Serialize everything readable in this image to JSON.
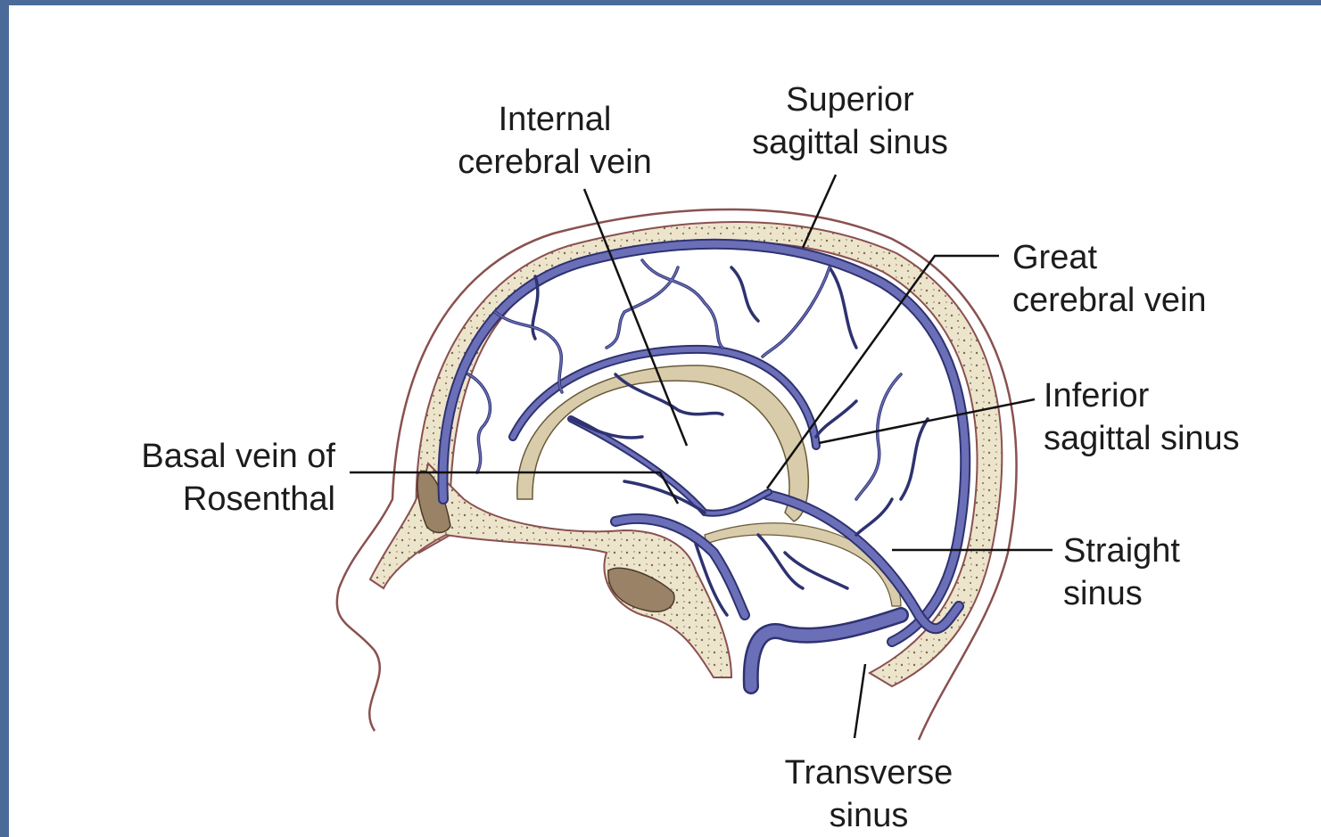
{
  "labels": {
    "internal_cerebral_vein": [
      "Internal",
      "cerebral vein"
    ],
    "superior_sagittal_sinus": [
      "Superior",
      "sagittal sinus"
    ],
    "great_cerebral_vein": [
      "Great",
      "cerebral vein"
    ],
    "inferior_sagittal_sinus": [
      "Inferior",
      "sagittal sinus"
    ],
    "basal_vein_of_rosenthal": [
      "Basal vein of",
      "Rosenthal"
    ],
    "straight_sinus": [
      "Straight",
      "sinus"
    ],
    "transverse_sinus": [
      "Transverse",
      "sinus"
    ]
  },
  "colors": {
    "slide_border": "#4a6a9a",
    "vein": "#6b6fb8",
    "vein_outline": "#2e3270",
    "bone": "#ede4cc",
    "bone_dots": "#7a6a50",
    "skin": "#8a5050",
    "sinus_cavity": "#9a8266",
    "corpus_callosum": "#d8ccaa"
  }
}
